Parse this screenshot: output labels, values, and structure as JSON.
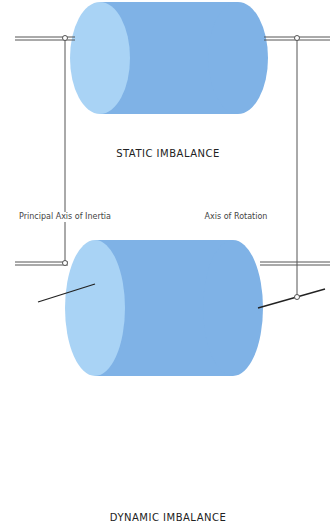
{
  "diagram": {
    "labels": [
      "STATIC IMBALANCE",
      "Principal Axis of Inertia",
      "Axis of Rotation",
      "DYNAMIC IMBALANCE"
    ]
  }
}
